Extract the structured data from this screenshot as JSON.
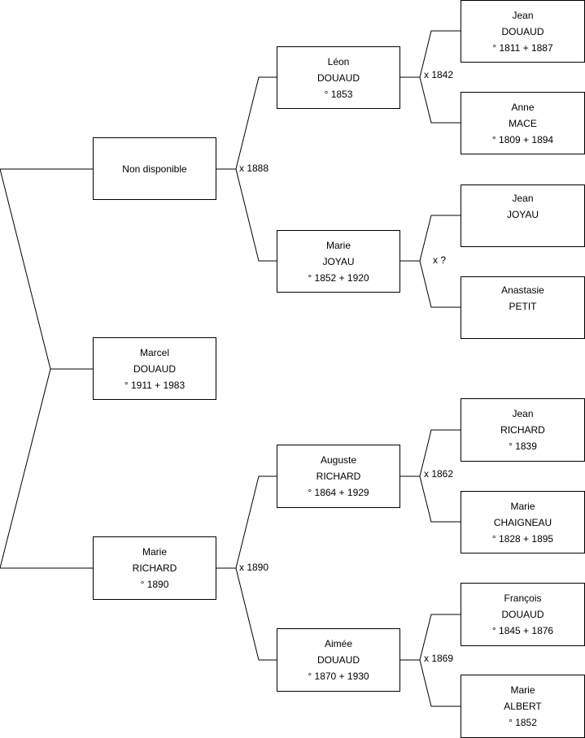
{
  "people": {
    "child": {
      "lines": [
        "Marcel",
        "DOUAUD",
        "° 1911 + 1983"
      ]
    },
    "father": {
      "lines": [
        "Non disponible"
      ]
    },
    "mother": {
      "lines": [
        "Marie",
        "RICHARD",
        "° 1890"
      ]
    },
    "father_father": {
      "lines": [
        "Léon",
        "DOUAUD",
        "° 1853"
      ]
    },
    "father_mother": {
      "lines": [
        "Marie",
        "JOYAU",
        "° 1852 + 1920"
      ]
    },
    "mother_father": {
      "lines": [
        "Auguste",
        "RICHARD",
        "° 1864 + 1929"
      ]
    },
    "mother_mother": {
      "lines": [
        "Aimée",
        "DOUAUD",
        "° 1870 + 1930"
      ]
    },
    "ff_father": {
      "lines": [
        "Jean",
        "DOUAUD",
        "° 1811 + 1887"
      ]
    },
    "ff_mother": {
      "lines": [
        "Anne",
        "MACE",
        "° 1809 + 1894"
      ]
    },
    "fm_father": {
      "lines": [
        "Jean",
        "JOYAU"
      ]
    },
    "fm_mother": {
      "lines": [
        "Anastasie",
        "PETIT"
      ]
    },
    "mf_father": {
      "lines": [
        "Jean",
        "RICHARD",
        "° 1839"
      ]
    },
    "mf_mother": {
      "lines": [
        "Marie",
        "CHAIGNEAU",
        "° 1828 + 1895"
      ]
    },
    "mm_father": {
      "lines": [
        "François",
        "DOUAUD",
        "° 1845 + 1876"
      ]
    },
    "mm_mother": {
      "lines": [
        "Marie",
        "ALBERT",
        "° 1852"
      ]
    }
  },
  "marriages": {
    "parents": "x 1888",
    "maternal_parents": "x 1890",
    "ff": "x 1842",
    "fm": "x ?",
    "mf": "x 1862",
    "mm": "x 1869"
  }
}
